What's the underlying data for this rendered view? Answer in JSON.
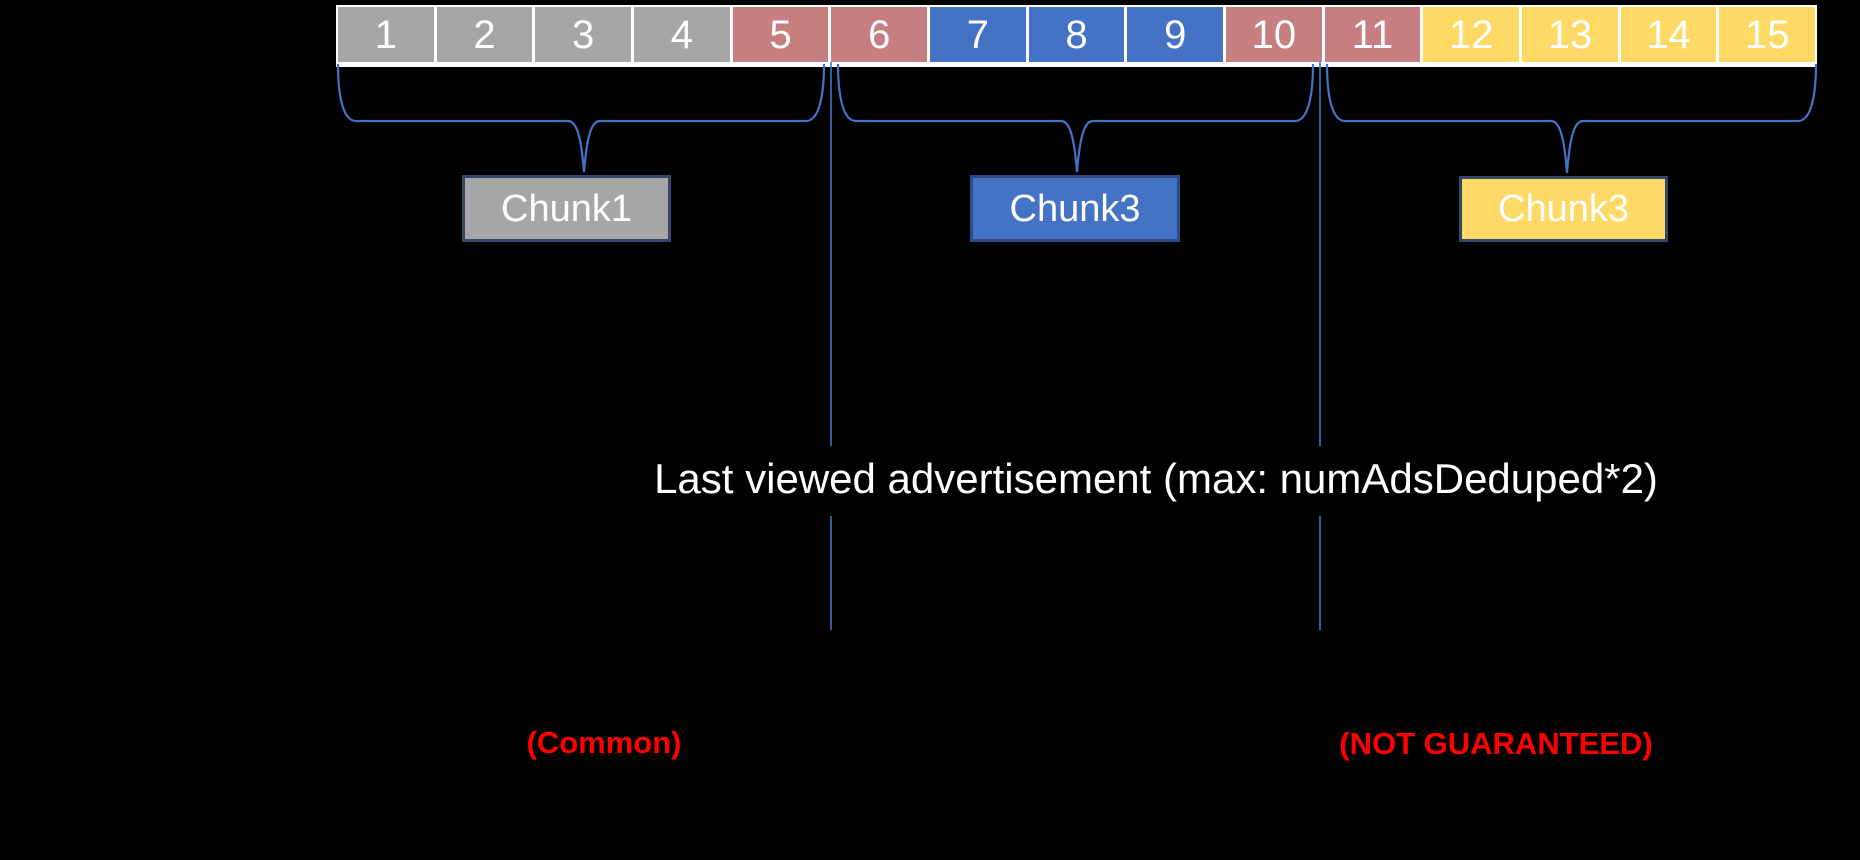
{
  "cells": [
    {
      "label": "1",
      "group": "gray"
    },
    {
      "label": "2",
      "group": "gray"
    },
    {
      "label": "3",
      "group": "gray"
    },
    {
      "label": "4",
      "group": "gray"
    },
    {
      "label": "5",
      "group": "rose"
    },
    {
      "label": "6",
      "group": "rose"
    },
    {
      "label": "7",
      "group": "blue"
    },
    {
      "label": "8",
      "group": "blue"
    },
    {
      "label": "9",
      "group": "blue"
    },
    {
      "label": "10",
      "group": "rose"
    },
    {
      "label": "11",
      "group": "rose"
    },
    {
      "label": "12",
      "group": "yellow"
    },
    {
      "label": "13",
      "group": "yellow"
    },
    {
      "label": "14",
      "group": "yellow"
    },
    {
      "label": "15",
      "group": "yellow"
    }
  ],
  "chunks": [
    {
      "label": "Chunk1",
      "fill": "#A6A6A6",
      "border": "#35466B"
    },
    {
      "label": "Chunk3",
      "fill": "#4472C4",
      "border": "#2F4B87"
    },
    {
      "label": "Chunk3",
      "fill": "#FFD966",
      "border": "#35466B"
    }
  ],
  "annotation": {
    "text": "Last viewed advertisement (max: numAdsDeduped*2)"
  },
  "notes": [
    {
      "text": "(Common)"
    },
    {
      "text": "(NOT GUARANTEED)"
    }
  ],
  "colors": {
    "gray": "#A6A6A6",
    "rose": "#C67E80",
    "blue": "#4472C4",
    "yellow": "#FFD966",
    "line": "#4472C4",
    "note": "#FF0000",
    "text": "#FFFFFF",
    "row_bg": "#FFFFFF",
    "canvas_bg": "#000000"
  }
}
